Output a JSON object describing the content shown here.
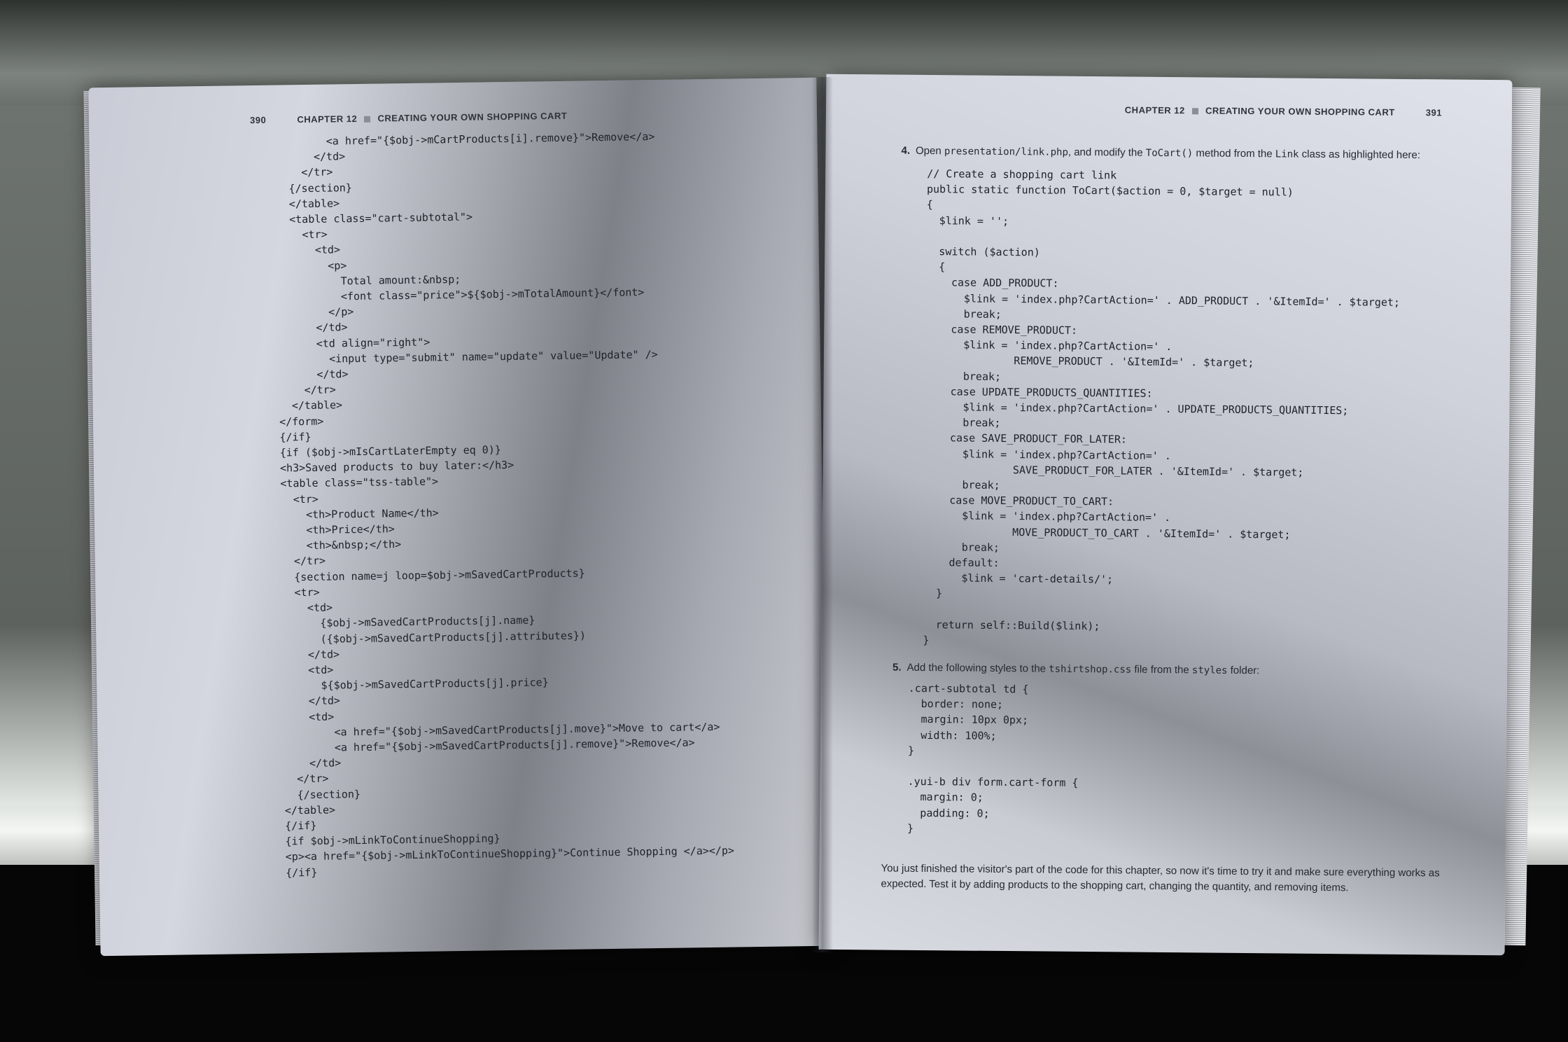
{
  "left_page": {
    "page_number": "390",
    "chapter": "CHAPTER 12",
    "title": "CREATING YOUR OWN SHOPPING CART",
    "code_lines": [
      "          <a href=\"{$obj->mCartProducts[i].remove}\">Remove</a>",
      "        </td>",
      "      </tr>",
      "    {/section}",
      "    </table>",
      "    <table class=\"cart-subtotal\">",
      "      <tr>",
      "        <td>",
      "          <p>",
      "            Total amount:&nbsp;",
      "            <font class=\"price\">${$obj->mTotalAmount}</font>",
      "          </p>",
      "        </td>",
      "        <td align=\"right\">",
      "          <input type=\"submit\" name=\"update\" value=\"Update\" />",
      "        </td>",
      "      </tr>",
      "    </table>",
      "  </form>",
      "  {/if}",
      "  {if ($obj->mIsCartLaterEmpty eq 0)}",
      "  <h3>Saved products to buy later:</h3>",
      "  <table class=\"tss-table\">",
      "    <tr>",
      "      <th>Product Name</th>",
      "      <th>Price</th>",
      "      <th>&nbsp;</th>",
      "    </tr>",
      "    {section name=j loop=$obj->mSavedCartProducts}",
      "    <tr>",
      "      <td>",
      "        {$obj->mSavedCartProducts[j].name}",
      "        ({$obj->mSavedCartProducts[j].attributes})",
      "      </td>",
      "      <td>",
      "        ${$obj->mSavedCartProducts[j].price}",
      "      </td>",
      "      <td>",
      "          <a href=\"{$obj->mSavedCartProducts[j].move}\">Move to cart</a>",
      "          <a href=\"{$obj->mSavedCartProducts[j].remove}\">Remove</a>",
      "      </td>",
      "    </tr>",
      "    {/section}",
      "  </table>",
      "  {/if}",
      "  {if $obj->mLinkToContinueShopping}",
      "  <p><a href=\"{$obj->mLinkToContinueShopping}\">Continue Shopping </a></p>",
      "  {/if}"
    ]
  },
  "right_page": {
    "page_number": "391",
    "chapter": "CHAPTER 12",
    "title": "CREATING YOUR OWN SHOPPING CART",
    "step4": {
      "number": "4.",
      "text_a": "Open ",
      "file": "presentation/link.php",
      "text_b": ", and modify the ",
      "method": "ToCart()",
      "text_c": " method from the ",
      "cls": "Link",
      "text_d": " class as highlighted here:"
    },
    "code_php": [
      "// Create a shopping cart link",
      "public static function ToCart($action = 0, $target = null)",
      "{",
      "  $link = '';",
      "",
      "  switch ($action)",
      "  {",
      "    case ADD_PRODUCT:",
      "      $link = 'index.php?CartAction=' . ADD_PRODUCT . '&ItemId=' . $target;",
      "      break;",
      "    case REMOVE_PRODUCT:",
      "      $link = 'index.php?CartAction=' .",
      "              REMOVE_PRODUCT . '&ItemId=' . $target;",
      "      break;",
      "    case UPDATE_PRODUCTS_QUANTITIES:",
      "      $link = 'index.php?CartAction=' . UPDATE_PRODUCTS_QUANTITIES;",
      "      break;",
      "    case SAVE_PRODUCT_FOR_LATER:",
      "      $link = 'index.php?CartAction=' .",
      "              SAVE_PRODUCT_FOR_LATER . '&ItemId=' . $target;",
      "      break;",
      "    case MOVE_PRODUCT_TO_CART:",
      "      $link = 'index.php?CartAction=' .",
      "              MOVE_PRODUCT_TO_CART . '&ItemId=' . $target;",
      "      break;",
      "    default:",
      "      $link = 'cart-details/';",
      "  }",
      "",
      "  return self::Build($link);",
      "}"
    ],
    "step5": {
      "number": "5.",
      "text_a": "Add the following styles to the ",
      "file": "tshirtshop.css",
      "text_b": " file from the ",
      "folder": "styles",
      "text_c": " folder:"
    },
    "code_css": [
      ".cart-subtotal td {",
      "  border: none;",
      "  margin: 10px 0px;",
      "  width: 100%;",
      "}",
      "",
      ".yui-b div form.cart-form {",
      "  margin: 0;",
      "  padding: 0;",
      "}"
    ],
    "closing": "You just finished the visitor's part of the code for this chapter, so now it's time to try it and make sure everything works as expected. Test it by adding products to the shopping cart, changing the quantity, and removing items."
  }
}
